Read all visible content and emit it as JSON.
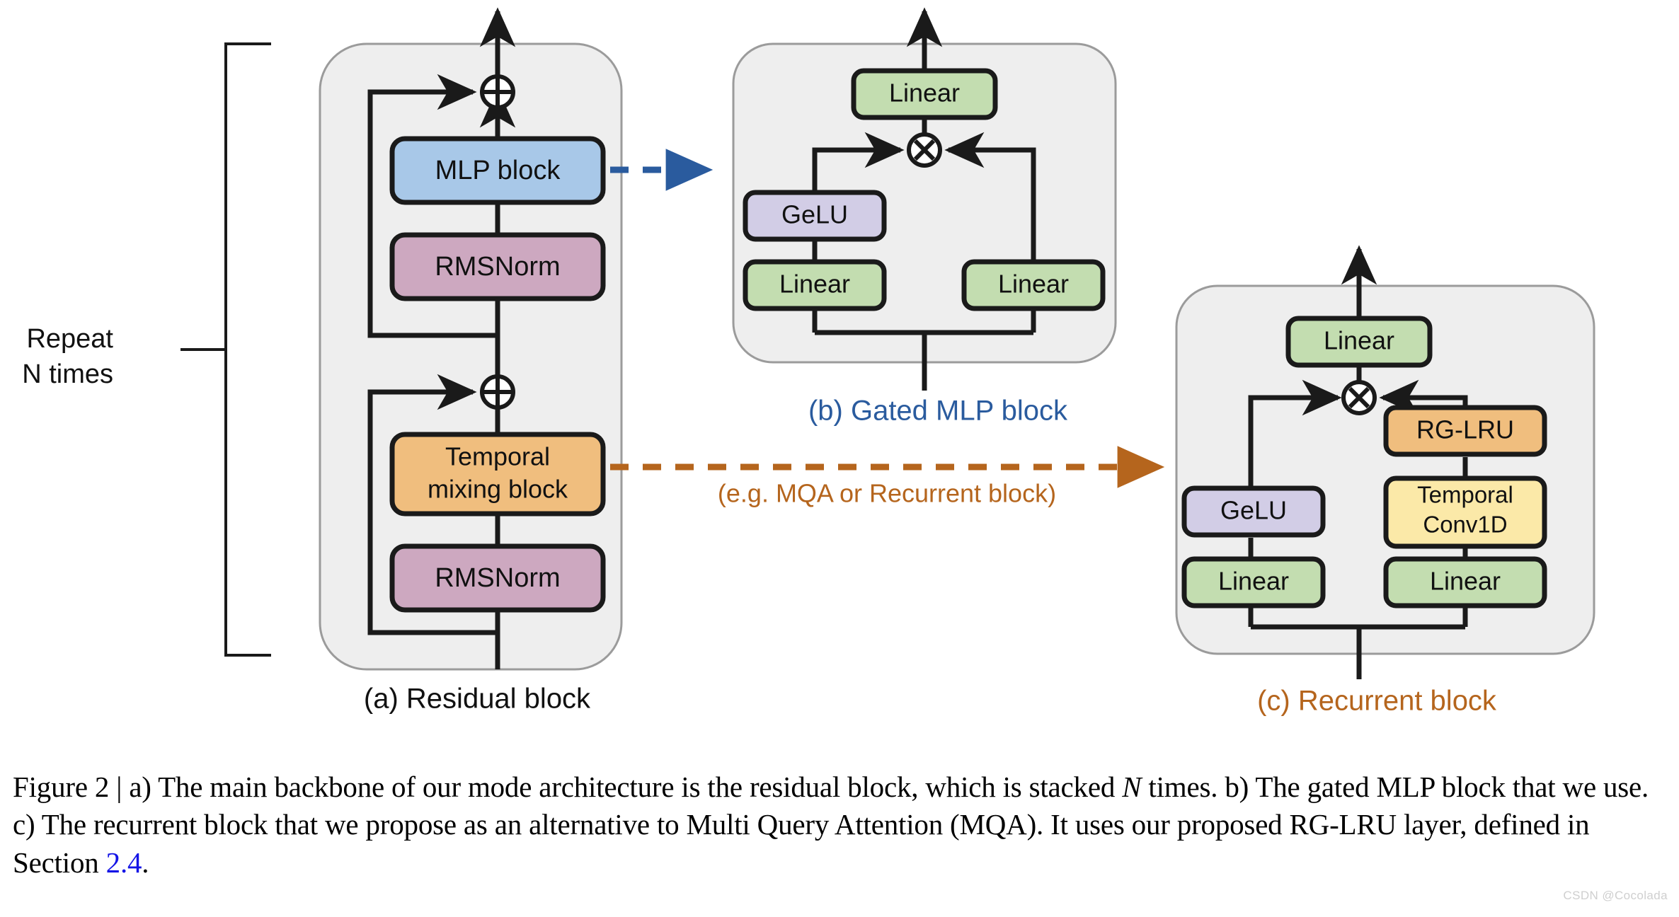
{
  "figure": {
    "watermark": "CSDN @Cocolada",
    "caption": {
      "prefix": "Figure 2 | ",
      "line1a": "a) The main backbone of our mode architecture is the residual block, which is stacked ",
      "italic_n": "N",
      "line2a": "times. b) The gated MLP block that we use. c) The recurrent block that we propose as an alternative",
      "line3a": "to Multi Query Attention (MQA). It uses our proposed RG-LRU layer, defined in Section ",
      "section_ref": "2.4",
      "period": "."
    }
  },
  "colors": {
    "panel_fill": "#eeeeee",
    "panel_stroke": "#9b9b9b",
    "stroke_dark": "#1a1a1a",
    "blue_box": "#a8c8e8",
    "pink_box": "#cda8c0",
    "orange_box": "#f0be7e",
    "green_box": "#c3ddb0",
    "purple_box": "#d2cde6",
    "yellow_box": "#fbe9a8",
    "blue_accent": "#2a5b9e",
    "orange_accent": "#b5651d"
  },
  "panel_a": {
    "caption": "(a) Residual block",
    "repeat_label_line1": "Repeat",
    "repeat_label_line2": "N times",
    "boxes": [
      {
        "id": "mlp-block",
        "label": "MLP block",
        "color": "#a8c8e8"
      },
      {
        "id": "rmsnorm-top",
        "label": "RMSNorm",
        "color": "#cda8c0"
      },
      {
        "id": "temporal-mixing-block",
        "label_line1": "Temporal",
        "label_line2": "mixing block",
        "color": "#f0be7e"
      },
      {
        "id": "rmsnorm-bottom",
        "label": "RMSNorm",
        "color": "#cda8c0"
      }
    ],
    "operators": [
      {
        "id": "add-top",
        "symbol": "+"
      },
      {
        "id": "add-bottom",
        "symbol": "+"
      }
    ]
  },
  "panel_b": {
    "caption": "(b) Gated MLP block",
    "caption_color": "#2a5b9e",
    "boxes": [
      {
        "id": "linear-out",
        "label": "Linear",
        "color": "#c3ddb0"
      },
      {
        "id": "gelu",
        "label": "GeLU",
        "color": "#d2cde6"
      },
      {
        "id": "linear-left",
        "label": "Linear",
        "color": "#c3ddb0"
      },
      {
        "id": "linear-right",
        "label": "Linear",
        "color": "#c3ddb0"
      }
    ],
    "operators": [
      {
        "id": "multiply",
        "symbol": "x"
      }
    ]
  },
  "panel_c": {
    "caption": "(c) Recurrent block",
    "caption_color": "#b5651d",
    "boxes": [
      {
        "id": "linear-out",
        "label": "Linear",
        "color": "#c3ddb0"
      },
      {
        "id": "rg-lru",
        "label": "RG-LRU",
        "color": "#f0be7e"
      },
      {
        "id": "temporal-conv1d",
        "label_line1": "Temporal",
        "label_line2": "Conv1D",
        "color": "#fbe9a8"
      },
      {
        "id": "gelu",
        "label": "GeLU",
        "color": "#d2cde6"
      },
      {
        "id": "linear-left",
        "label": "Linear",
        "color": "#c3ddb0"
      },
      {
        "id": "linear-right",
        "label": "Linear",
        "color": "#c3ddb0"
      }
    ],
    "operators": [
      {
        "id": "multiply",
        "symbol": "x"
      }
    ]
  },
  "annotations": {
    "mlp_arrow_color": "#2a5b9e",
    "temporal_arrow_color": "#b5651d",
    "temporal_arrow_note": "(e.g. MQA or Recurrent block)"
  }
}
